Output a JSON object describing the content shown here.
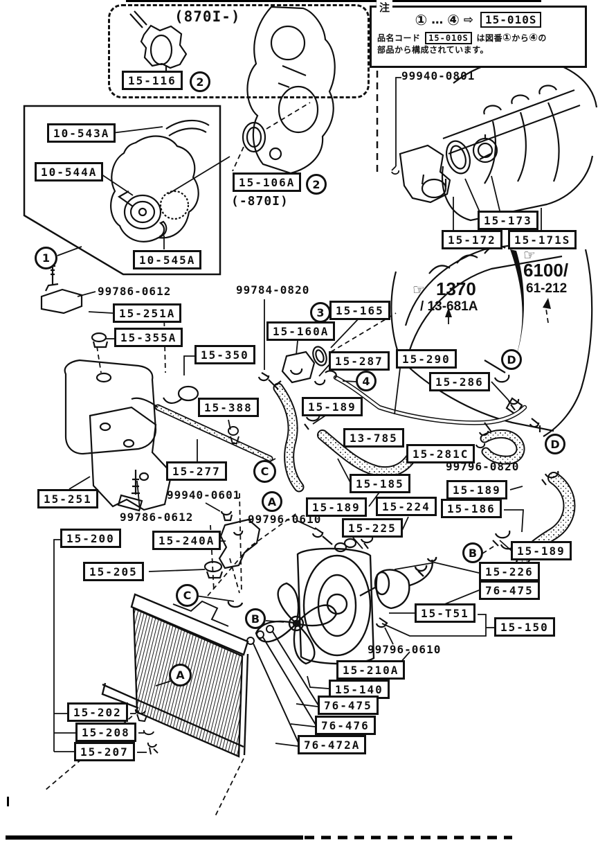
{
  "doc": {
    "type": "parts-diagram",
    "subject": "engine cooling system exploded view"
  },
  "note": {
    "tab": "注",
    "seq_from": "①",
    "dots": "…",
    "seq_to": "④",
    "arrow": "⇨",
    "code": "15-010S",
    "body_pre": "品名コード",
    "body_mid": "は図番",
    "body_n1": "①",
    "body_kara": "から",
    "body_n2": "④",
    "body_no": "の",
    "body_line2": "部品から構成されています。"
  },
  "codes": {
    "p15_116": "15-116",
    "p15_106A": "15-106A",
    "p10_543A": "10-543A",
    "p10_544A": "10-544A",
    "p10_545A": "10-545A",
    "p15_173": "15-173",
    "p15_172": "15-172",
    "p15_171S": "15-171S",
    "p15_251A": "15-251A",
    "p15_355A": "15-355A",
    "p15_350": "15-350",
    "p15_165": "15-165",
    "p15_160A": "15-160A",
    "p15_287": "15-287",
    "p15_290": "15-290",
    "p15_286": "15-286",
    "p15_388": "15-388",
    "p15_189": "15-189",
    "p13_785": "13-785",
    "p15_277": "15-277",
    "p15_281C": "15-281C",
    "p15_185": "15-185",
    "p15_186": "15-186",
    "p15_226": "15-226",
    "p76_475": "76-475",
    "p15_251": "15-251",
    "p15_240A": "15-240A",
    "p15_224": "15-224",
    "p15_225": "15-225",
    "p15_200": "15-200",
    "p15_205": "15-205",
    "p15_T51": "15-T51",
    "p15_150": "15-150",
    "p15_210A": "15-210A",
    "p15_140": "15-140",
    "p76_476": "76-476",
    "p76_472A": "76-472A",
    "p15_202": "15-202",
    "p15_208": "15-208",
    "p15_207": "15-207"
  },
  "texts": {
    "range_870on": "(870I-)",
    "range_to870": "(-870I)",
    "p99940_0801": "99940-0801",
    "p99786_0612": "99786-0612",
    "p99784_0820": "99784-0820",
    "p99796_0820": "99796-0820",
    "p99940_0601": "99940-0601",
    "p99796_0610": "99796-0610"
  },
  "refs": {
    "r1370": "1370",
    "r13_681A": "/ 13-681A",
    "r6100": "6100/",
    "r61_212": "61-212",
    "hand": "☞"
  },
  "callouts": {
    "n1": "1",
    "n2": "2",
    "n3": "3",
    "n4": "4",
    "A": "A",
    "B": "B",
    "C": "C",
    "D": "D"
  },
  "colors": {
    "ink": "#101010",
    "paper": "#ffffff"
  }
}
